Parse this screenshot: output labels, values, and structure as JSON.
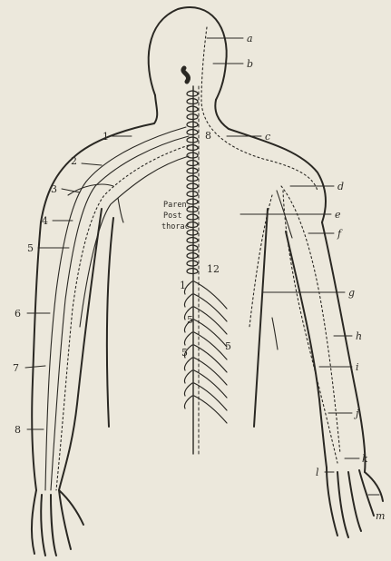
{
  "figure": {
    "center_text": [
      "Paren.",
      "Post",
      "thorac"
    ],
    "right_labels": [
      "a",
      "b",
      "c",
      "d",
      "e",
      "f",
      "g",
      "h",
      "i",
      "j",
      "k",
      "l",
      "m"
    ],
    "left_labels": [
      "1",
      "2",
      "3",
      "4",
      "5",
      "6",
      "7",
      "8"
    ],
    "spine_marks": [
      "8",
      "12",
      "1",
      "5",
      "5",
      "5"
    ]
  }
}
